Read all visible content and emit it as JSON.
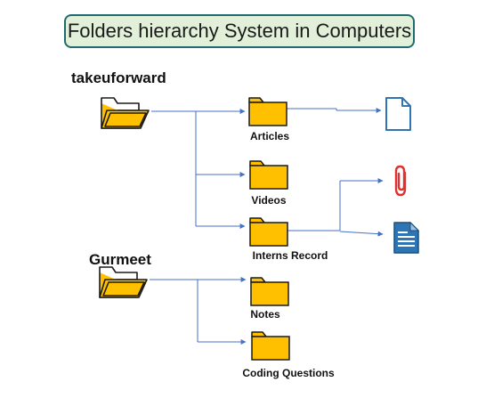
{
  "title": "Folders hierarchy System in Computers",
  "roots": [
    {
      "name": "takeuforward",
      "icon": "open-folder-icon"
    },
    {
      "name": "Gurmeet",
      "icon": "open-folder-icon"
    }
  ],
  "folders": {
    "articles": "Articles",
    "videos": "Videos",
    "interns_record": "Interns Record",
    "notes": "Notes",
    "coding_questions": "Coding Questions"
  },
  "files": [
    {
      "icon": "document-icon",
      "parent": "Articles"
    },
    {
      "icon": "paperclip-icon",
      "parent": "Interns Record"
    },
    {
      "icon": "text-document-icon",
      "parent": "Interns Record"
    }
  ],
  "colors": {
    "folder_fill": "#ffc000",
    "folder_stroke": "#1a1a1a",
    "connector": "#4472c4",
    "title_fill": "#e2f0d9",
    "title_border": "#1f6b72",
    "doc_blue": "#2e75b6",
    "clip_red": "#e03030"
  }
}
